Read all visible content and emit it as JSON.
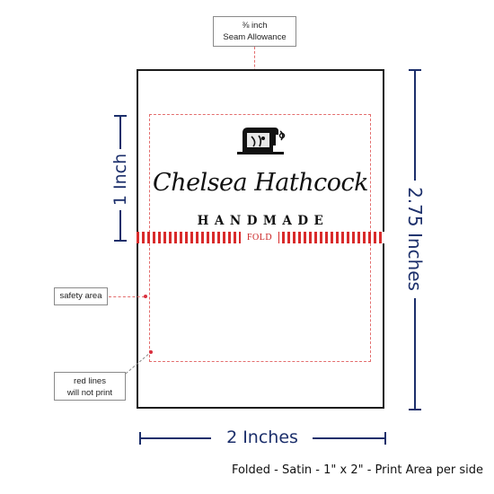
{
  "callouts": {
    "seam_allowance": {
      "line1": "⅜ inch",
      "line2": "Seam Allowance"
    },
    "safety_area": "safety area",
    "red_lines": {
      "line1": "red lines",
      "line2": "will not print"
    }
  },
  "label": {
    "name": "Chelsea Hathcock",
    "subtitle": "HANDMADE",
    "fold": "FOLD",
    "icon": "sewing-machine-icon"
  },
  "dimensions": {
    "height_half": "1 Inch",
    "height_full": "2.75 Inches",
    "width": "2 Inches"
  },
  "caption": "Folded - Satin - 1\" x 2\" - Print Area per side",
  "colors": {
    "dimension": "#1c2f6b",
    "guide_red": "#d92b2b",
    "outline": "#1a1a1a"
  }
}
